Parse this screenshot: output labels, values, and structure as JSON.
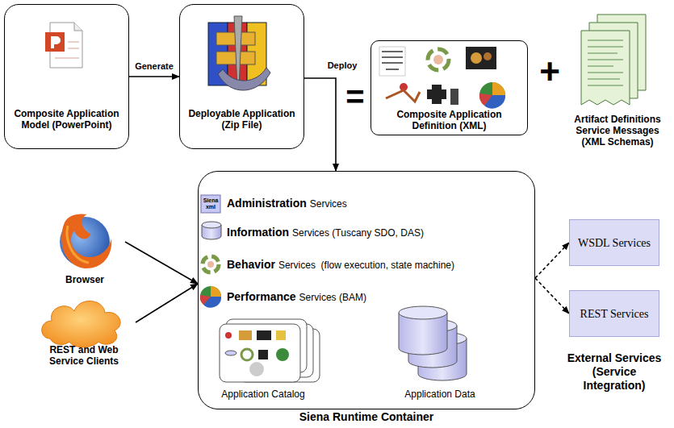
{
  "diagram": {
    "nodes": [
      {
        "text": [
          "Composite Application Model (PowerPoint)"
        ]
      },
      {
        "text": [
          "Deployable Application (Zip File)"
        ]
      },
      {
        "text": [
          "Composite Application Definition (XML)"
        ]
      },
      {
        "text": [
          "Artifact Definitions Service Messages (XML Schemas)"
        ]
      },
      {
        "text": [
          "Siena Runtime Container"
        ]
      },
      {
        "text": [
          "Browser"
        ]
      },
      {
        "text": [
          "REST and Web Service Clients"
        ]
      },
      {
        "text": [
          "WSDL Services"
        ]
      },
      {
        "text": [
          "REST Services"
        ]
      }
    ],
    "edges": [
      {
        "from": 0,
        "to": 1,
        "label": "Generate",
        "arrow": "to"
      },
      {
        "from": 1,
        "to": 4,
        "label": "Deploy",
        "arrow": "to"
      },
      {
        "from": 5,
        "to": 4,
        "arrow": "to"
      },
      {
        "from": 6,
        "to": 4,
        "arrow": "to"
      },
      {
        "from": 4,
        "to": 7,
        "arrow": "to"
      },
      {
        "from": 4,
        "to": 8,
        "arrow": "to"
      }
    ],
    "labels": [
      "=",
      "+",
      "Siena",
      "xml",
      "Administration",
      "Services",
      "Information",
      "Services (Tuscany SDO, DAS)",
      "Behavior",
      "Services  (flow execution, state machine)",
      "Performance",
      "Services (BAM)",
      "Application Catalog",
      "Application Data",
      "External Services (Service Integration)"
    ]
  }
}
